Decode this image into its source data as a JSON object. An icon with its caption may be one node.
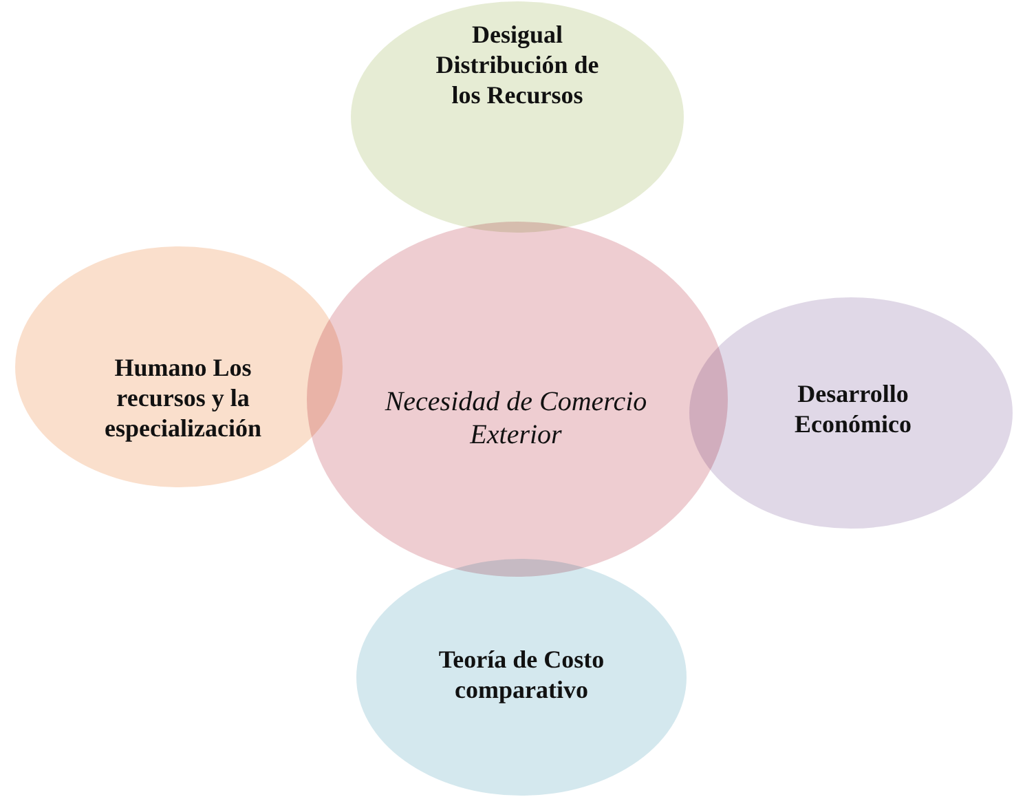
{
  "diagram": {
    "nodes": [
      {
        "text": [
          "Desigual Distribución de los Recursos"
        ]
      },
      {
        "text": [
          "Humano Los recursos y la especialización"
        ]
      },
      {
        "text": [
          "Necesidad de Comercio Exterior"
        ]
      },
      {
        "text": [
          "Desarrollo Económico"
        ]
      },
      {
        "text": [
          "Teoría de Costo comparativo"
        ]
      }
    ],
    "edges": []
  }
}
